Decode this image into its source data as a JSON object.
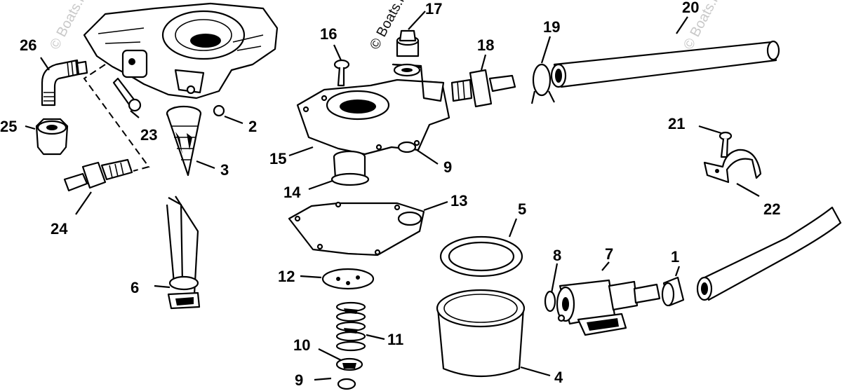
{
  "watermarks": [
    {
      "id": "wm-1",
      "text": "© Boats.net"
    },
    {
      "id": "wm-2",
      "text": "© Boats.net"
    },
    {
      "id": "wm-3",
      "text": "© Boats.net"
    }
  ],
  "callouts": {
    "c1": "1",
    "c2": "2",
    "c3": "3",
    "c4": "4",
    "c5": "5",
    "c6": "6",
    "c7": "7",
    "c8": "8",
    "c9a": "9",
    "c9b": "9",
    "c10": "10",
    "c11": "11",
    "c12": "12",
    "c13": "13",
    "c14": "14",
    "c15": "15",
    "c16": "16",
    "c17": "17",
    "c18": "18",
    "c19": "19",
    "c20": "20",
    "c21": "21",
    "c22": "22",
    "c23": "23",
    "c24": "24",
    "c25": "25",
    "c26": "26"
  }
}
